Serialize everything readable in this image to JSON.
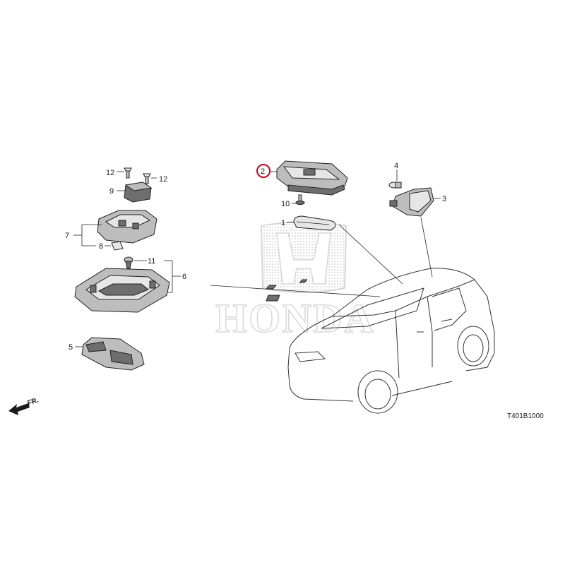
{
  "callouts": {
    "p1": "1",
    "p2": "2",
    "p3": "3",
    "p4": "4",
    "p5": "5",
    "p6": "6",
    "p7": "7",
    "p8": "8",
    "p9": "9",
    "p10": "10",
    "p11": "11",
    "p12a": "12",
    "p12b": "12"
  },
  "highlighted_part": "2",
  "highlight_color": "#d0021b",
  "watermark": {
    "logo": "HONDA",
    "color": "#d9d9d9"
  },
  "direction_label": "FR.",
  "diagram_code": "T401B1000"
}
